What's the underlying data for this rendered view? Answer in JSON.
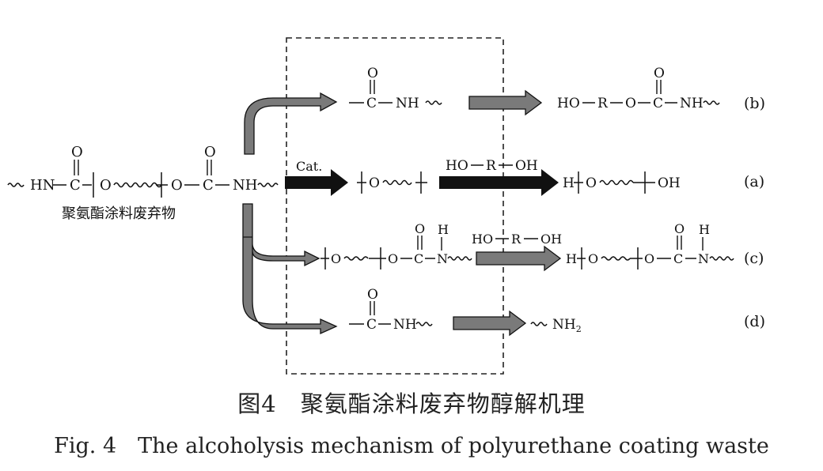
{
  "polymer": {
    "hn": "HN",
    "c": "C",
    "o": "O",
    "nh": "NH",
    "oxygen_top": "O",
    "waste_label": "聚氨酯涂料废弃物"
  },
  "catalyst": "Cat.",
  "route_a": {
    "label": "(a)",
    "o": "O",
    "reagent": {
      "ho": "HO",
      "r": "R",
      "oh": "OH"
    },
    "product": {
      "h": "H",
      "o": "O",
      "oh": "OH"
    }
  },
  "route_b": {
    "label": "(b)",
    "c": "C",
    "nh": "NH",
    "oxygen_top": "O",
    "product": {
      "ho": "HO",
      "r": "R",
      "o": "O",
      "c": "C",
      "nh": "NH",
      "oxygen_top": "O"
    }
  },
  "route_c": {
    "label": "(c)",
    "o": "O",
    "c": "C",
    "n": "N",
    "h": "H",
    "oxygen_top": "O",
    "reagent": {
      "ho": "HO",
      "r": "R",
      "oh": "OH"
    },
    "product": {
      "h": "H",
      "o": "O",
      "c": "C",
      "n": "N",
      "h_top": "H",
      "oxygen_top": "O"
    }
  },
  "route_d": {
    "label": "(d)",
    "c": "C",
    "nh": "NH",
    "oxygen_top": "O",
    "product": {
      "nh2": "NH",
      "sub": "2"
    }
  },
  "caption": {
    "cn": "图4　聚氨酯涂料废弃物醇解机理",
    "en": "Fig. 4　The alcoholysis mechanism of polyurethane coating waste"
  },
  "colors": {
    "arrow_gray": "#7a7a7a",
    "arrow_black": "#111111",
    "line": "#111111",
    "box": "#222222"
  }
}
